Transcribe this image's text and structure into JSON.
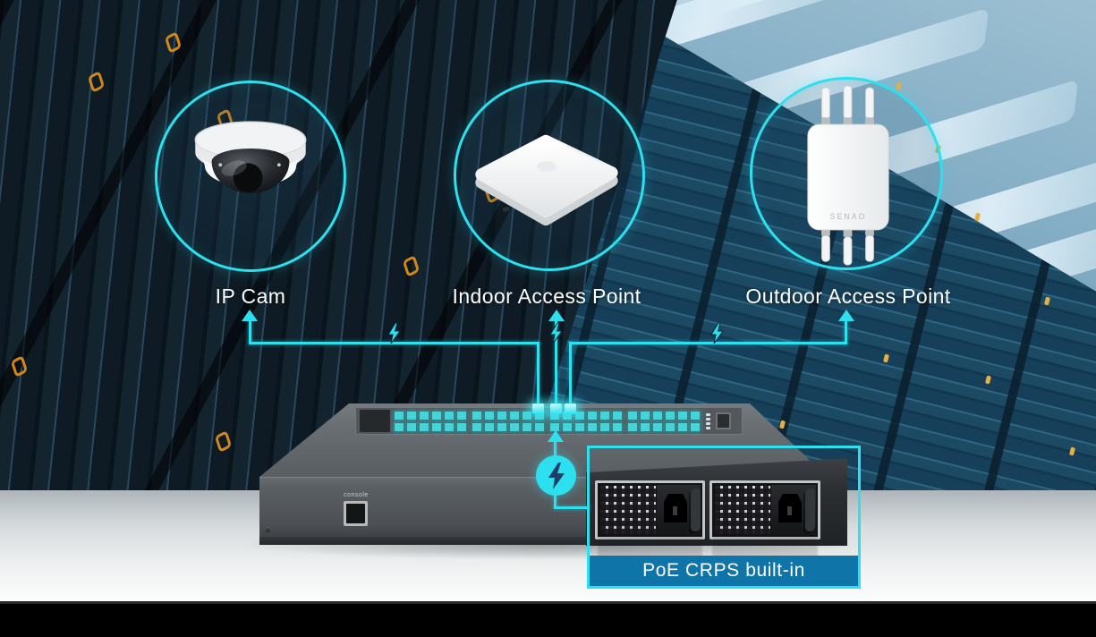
{
  "devices": [
    {
      "id": "ip-cam",
      "label": "IP Cam"
    },
    {
      "id": "indoor-ap",
      "label": "Indoor Access Point"
    },
    {
      "id": "outdoor-ap",
      "label": "Outdoor Access Point",
      "brand_text": "SENAO"
    }
  ],
  "poe_switch": {
    "console_label": "console",
    "port_rows": 2,
    "port_columns_per_group": 6,
    "port_groups": 4,
    "uplinked_ports": 3
  },
  "callout": {
    "label": "PoE CRPS built-in"
  },
  "colors": {
    "accent_cyan": "#2CE0EF",
    "bolt_navy": "#1E4066",
    "callout_blue": "#0F74A8",
    "port_teal": "#45D4DA",
    "label_white": "#FFFFFF"
  }
}
